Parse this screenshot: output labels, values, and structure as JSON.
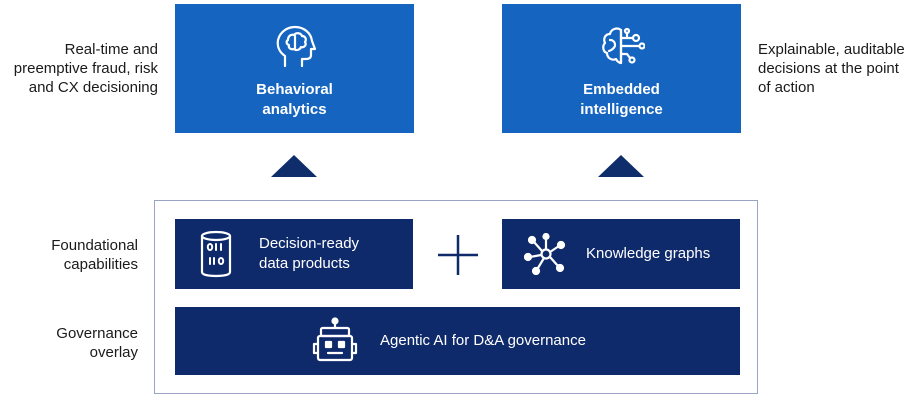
{
  "left_notes": {
    "top": [
      "Real-time and",
      "preemptive fraud, risk",
      "and CX decisioning"
    ],
    "foundational": [
      "Foundational",
      "capabilities"
    ],
    "governance": [
      "Governance",
      "overlay"
    ]
  },
  "right_note": [
    "Explainable, auditable",
    "decisions at the point",
    "of action"
  ],
  "top_boxes": {
    "behavioral": {
      "line1": "Behavioral",
      "line2": "analytics",
      "icon": "brain-head-icon"
    },
    "embedded": {
      "line1": "Embedded",
      "line2": "intelligence",
      "icon": "brain-circuit-icon"
    }
  },
  "foundation": {
    "data_products": {
      "line1": "Decision-ready",
      "line2": "data products",
      "icon": "database-binary-icon"
    },
    "plus": "+",
    "knowledge_graphs": {
      "label": "Knowledge graphs",
      "icon": "network-graph-icon"
    }
  },
  "governance": {
    "label": "Agentic AI for D&A governance",
    "icon": "robot-icon"
  },
  "colors": {
    "top_box": "#1565c0",
    "dark_box": "#0f2a6b",
    "arrow": "#0f2d6b",
    "frame": "#9aa3c4"
  }
}
